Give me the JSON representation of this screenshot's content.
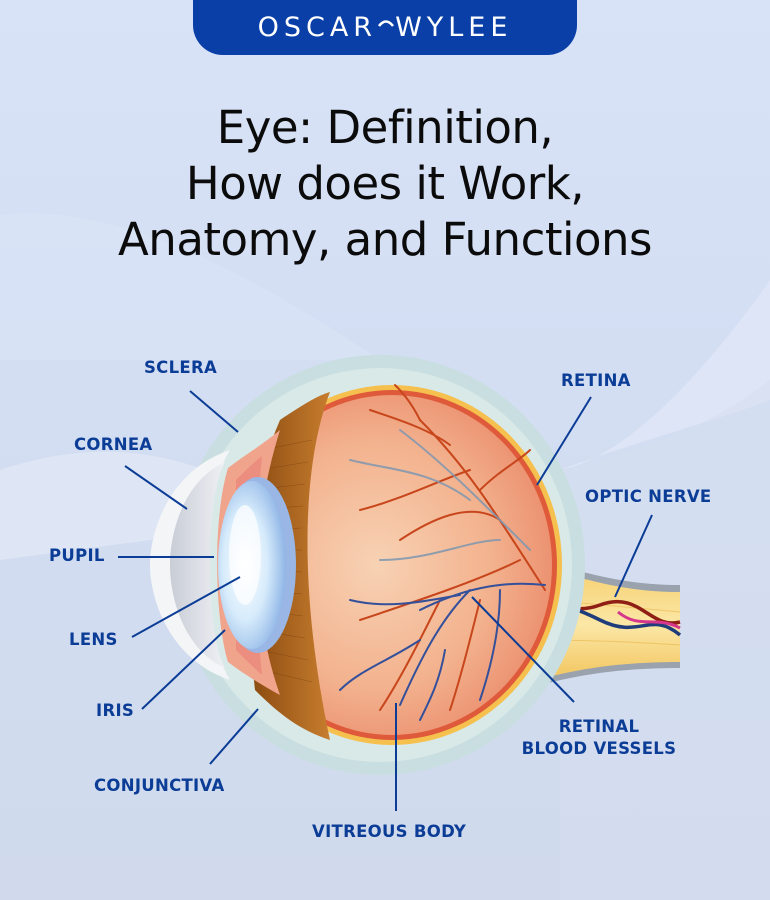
{
  "brand": {
    "logo_text": "OSCAR WYLEE",
    "logo_text_left": "OSCAR",
    "logo_text_right": "WYLEE",
    "brand_color": "#0a3fa8"
  },
  "title": {
    "lines": [
      "Eye: Definition,",
      "How does it Work,",
      "Anatomy, and Functions"
    ]
  },
  "diagram": {
    "subject": "eye-cross-section",
    "label_color": "#0b3c96",
    "labels": {
      "sclera": "SCLERA",
      "cornea": "CORNEA",
      "pupil": "PUPIL",
      "lens": "LENS",
      "iris": "IRIS",
      "conjunctiva": "CONJUNCTIVA",
      "vitreous_body": "VITREOUS BODY",
      "retinal_blood_vessels_line1": "RETINAL",
      "retinal_blood_vessels_line2": "BLOOD VESSELS",
      "optic_nerve": "OPTIC NERVE",
      "retina": "RETINA"
    }
  }
}
